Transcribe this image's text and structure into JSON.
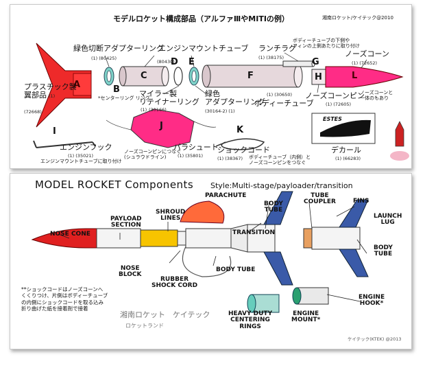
{
  "top": {
    "title": "モデルロケット構成部品（アルファⅢやMITIの例）",
    "credit": "湘南ロケット/ケイテック@2010",
    "parts": {
      "A": {
        "letter": "A",
        "label": "プラスチック製\n翼部品",
        "num": "(72668)",
        "num_extra": "(1)"
      },
      "B": {
        "letter": "B",
        "label": "緑色切断アダプターリング",
        "num": "(1) (80425)",
        "sub": "*センターリング リング"
      },
      "C": {
        "letter": "C",
        "num": "(80430)"
      },
      "D": {
        "letter": "D",
        "label": "エンジンマウントチューブ"
      },
      "E": {
        "letter": "E"
      },
      "F": {
        "letter": "F",
        "label": "ボディーチューブ",
        "num": "(1) (30650)"
      },
      "G": {
        "letter": "G",
        "label": "ランチラグ",
        "num": "(1) (38175)",
        "note": "ボディーチューブの下側や\nフィンの上側あたりに取り付け"
      },
      "H": {
        "letter": "H",
        "label": "ノーズコーンピン",
        "num": "(1) (72605)",
        "note": "ノーズコーンと\n一体のもあり"
      },
      "L": {
        "letter": "L",
        "label": "ノーズコーン",
        "num": "(1) (72652)"
      },
      "mylar": {
        "label": "マイラー製\nリテイナーリング",
        "num": "(30166)",
        "num_extra": "(1)"
      },
      "green_adapter": {
        "label": "緑色\nアダプターリング",
        "num": "(30164-2) (1)"
      },
      "I": {
        "letter": "I",
        "label": "エンジンフック",
        "num": "(1) (35021)",
        "note": "エンジンマウントチューブに取り付け"
      },
      "J": {
        "letter": "J",
        "label": "パラシュート",
        "num": "(1) (35801)",
        "note": "ノーズコーンピンにつなぐ\n(シュラウドライン)"
      },
      "K": {
        "letter": "K",
        "label": "ショックコード",
        "num": "(1) (38367)",
        "note": "ボディーチューブ（内側）と\nノーズコーンピンをつなぐ"
      },
      "decal": {
        "label": "デカール",
        "num": "(1) (66283)",
        "brand": "ESTES"
      }
    }
  },
  "bottom": {
    "title": "MODEL  ROCKET Components",
    "style": "Style:Multi-stage/payloader/transition",
    "labels": {
      "nose_cone": "NOSE CONE",
      "payload": "PAYLOAD\nSECTION",
      "shroud": "SHROUD\nLINES",
      "parachute": "PARACHUTE",
      "body_tube_top": "BODY\nTUBE",
      "tube_coupler": "TUBE\nCOUPLER",
      "fins": "FINS",
      "launch_lug": "LAUNCH\nLUG",
      "transition": "TRANSITION",
      "body_tube_right": "BODY\nTUBE",
      "nose_block": "NOSE\nBLOCK",
      "body_tube_mid": "BODY TUBE",
      "rubber": "RUBBER\nSHOCK CORD",
      "centering": "HEAVY DUTY\nCENTERING\nRINGS",
      "engine_mount": "ENGINE\nMOUNT*",
      "engine_hook": "ENGINE\nHOOK*"
    },
    "note": "**ショックコードはノーズコーンへ\nくくりつけ、片側はボディーチューブ\nの内側にショックコードを取る込み\n折り曲げた紙を接着剤で接着",
    "brand_jp": "湘南ロケット　ケイテック",
    "brand_sub": "ロケットランド",
    "copyright": "ケイテック(KTEK) @2013"
  }
}
